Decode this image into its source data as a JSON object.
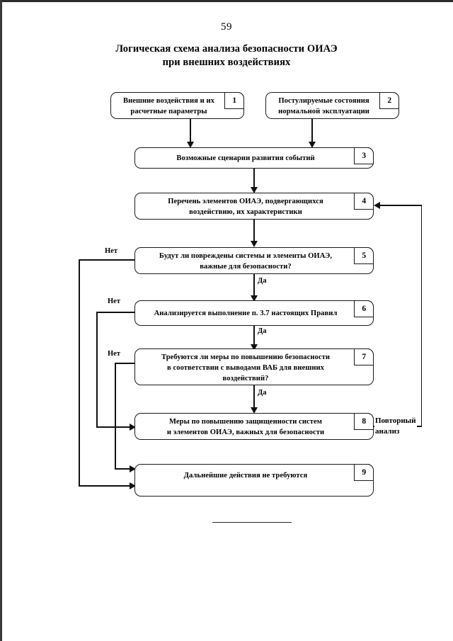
{
  "page": {
    "number": "59",
    "title_line1": "Логическая схема анализа безопасности ОИАЭ",
    "title_line2": "при внешних воздействиях"
  },
  "chart_data": {
    "type": "diagram",
    "title": "Логическая схема анализа безопасности ОИАЭ при внешних воздействиях",
    "nodes": [
      {
        "id": "1",
        "text_line1": "Внешние воздействия и их",
        "text_line2": "расчетные параметры"
      },
      {
        "id": "2",
        "text_line1": "Постулируемые состояния",
        "text_line2": "нормальной эксплуатации"
      },
      {
        "id": "3",
        "text_line1": "Возможные сценарии развития событий",
        "text_line2": ""
      },
      {
        "id": "4",
        "text_line1": "Перечень элементов ОИАЭ, подвергающихся",
        "text_line2": "воздействию, их характеристики"
      },
      {
        "id": "5",
        "text_line1": "Будут ли повреждены системы и элементы ОИАЭ,",
        "text_line2": "важные для безопасности?"
      },
      {
        "id": "6",
        "text_line1": "Анализируется выполнение п. 3.7 настоящих Правил",
        "text_line2": ""
      },
      {
        "id": "7",
        "text_line1": "Требуются ли меры по повышению безопасности",
        "text_line2": "в соответствии с выводами ВАБ для внешних",
        "text_line3": "воздействий?"
      },
      {
        "id": "8",
        "text_line1": "Меры по повышению защищенности систем",
        "text_line2": "и элементов ОИАЭ, важных для безопасности"
      },
      {
        "id": "9",
        "text_line1": "Дальнейшие действия не требуются",
        "text_line2": ""
      }
    ],
    "edge_labels": {
      "no_5": "Нет",
      "no_6": "Нет",
      "no_7": "Нет",
      "yes_5": "Да",
      "yes_6": "Да",
      "yes_7": "Да",
      "loop_line1": "Повторный",
      "loop_line2": "анализ"
    },
    "edges": [
      {
        "from": "1",
        "to": "3",
        "label": ""
      },
      {
        "from": "2",
        "to": "3",
        "label": ""
      },
      {
        "from": "3",
        "to": "4",
        "label": ""
      },
      {
        "from": "4",
        "to": "5",
        "label": ""
      },
      {
        "from": "5",
        "to": "6",
        "label": "Да"
      },
      {
        "from": "5",
        "to": "9",
        "label": "Нет"
      },
      {
        "from": "6",
        "to": "7",
        "label": "Да"
      },
      {
        "from": "6",
        "to": "8",
        "label": "Нет"
      },
      {
        "from": "7",
        "to": "8",
        "label": "Да"
      },
      {
        "from": "7",
        "to": "9",
        "label": "Нет"
      },
      {
        "from": "8",
        "to": "4",
        "label": "Повторный анализ"
      }
    ]
  }
}
